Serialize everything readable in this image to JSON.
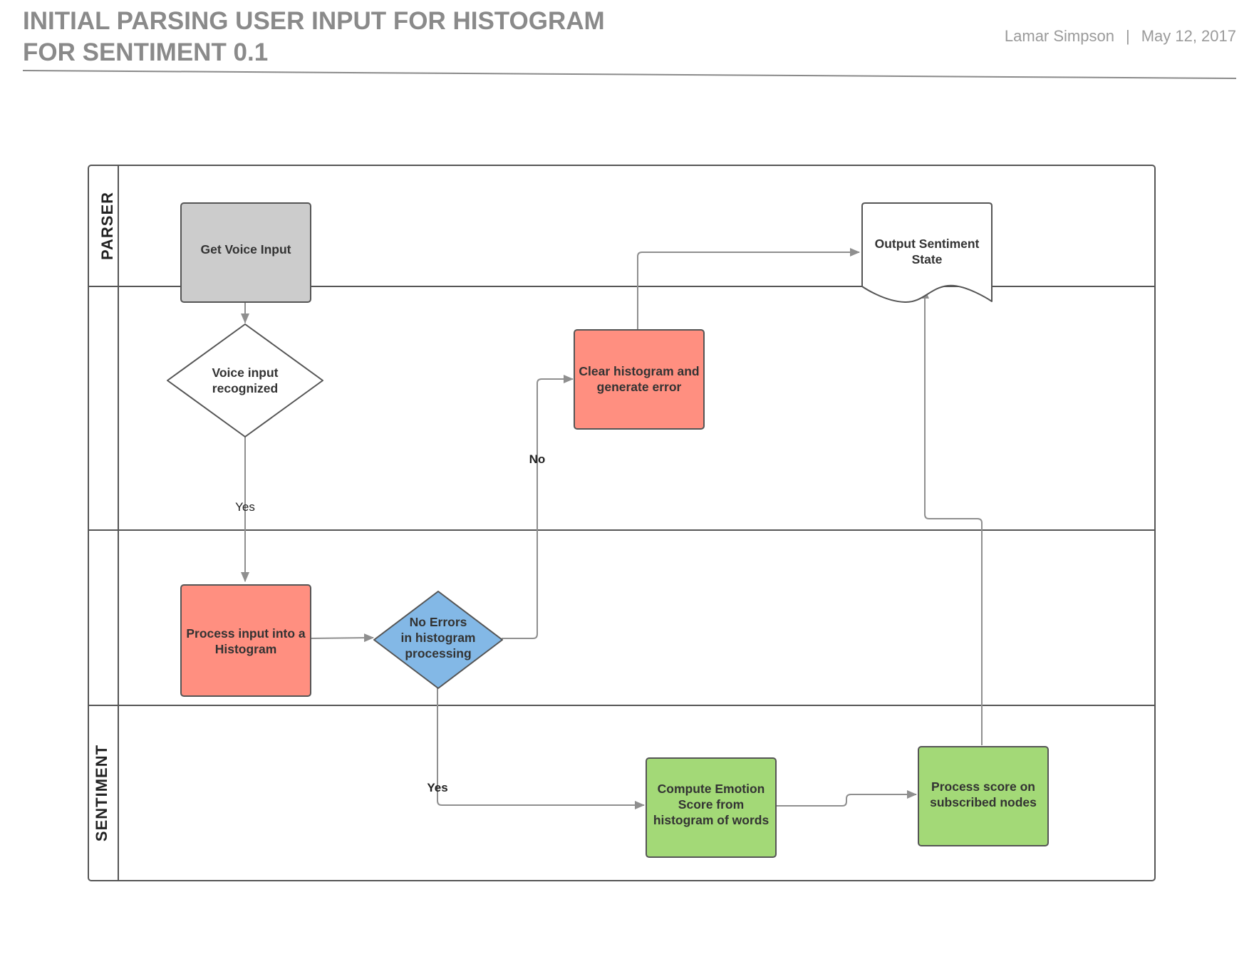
{
  "header": {
    "title_line1": "INITIAL PARSING USER INPUT FOR HISTOGRAM",
    "title_line2": "FOR SENTIMENT 0.1",
    "author": "Lamar Simpson",
    "separator": "|",
    "date": "May 12, 2017"
  },
  "lanes": {
    "parser": "PARSER",
    "sentiment": "SENTIMENT"
  },
  "nodes": {
    "get_voice_input": {
      "line1": "Get Voice Input"
    },
    "voice_recognized": {
      "line1": "Voice input",
      "line2": "recognized"
    },
    "clear_histogram": {
      "line1": "Clear histogram and",
      "line2": "generate error"
    },
    "output_sentiment": {
      "line1": "Output Sentiment",
      "line2": "State"
    },
    "process_input": {
      "line1": "Process input into a",
      "line2": "Histogram"
    },
    "no_errors": {
      "line1": "No Errors",
      "line2": "in histogram",
      "line3": "processing"
    },
    "compute_emotion": {
      "line1": "Compute Emotion",
      "line2": "Score from",
      "line3": "histogram of words"
    },
    "process_score": {
      "line1": "Process score on",
      "line2": "subscribed nodes"
    }
  },
  "edge_labels": {
    "yes_recognized": "Yes",
    "no_errors_no": "No",
    "no_errors_yes": "Yes"
  },
  "colors": {
    "process_gray": "#cccccc",
    "error_red": "#ff8f80",
    "decision_blue": "#83b8e6",
    "compute_green": "#a3d977",
    "connector": "#8f8f8f",
    "outline": "#555555"
  }
}
